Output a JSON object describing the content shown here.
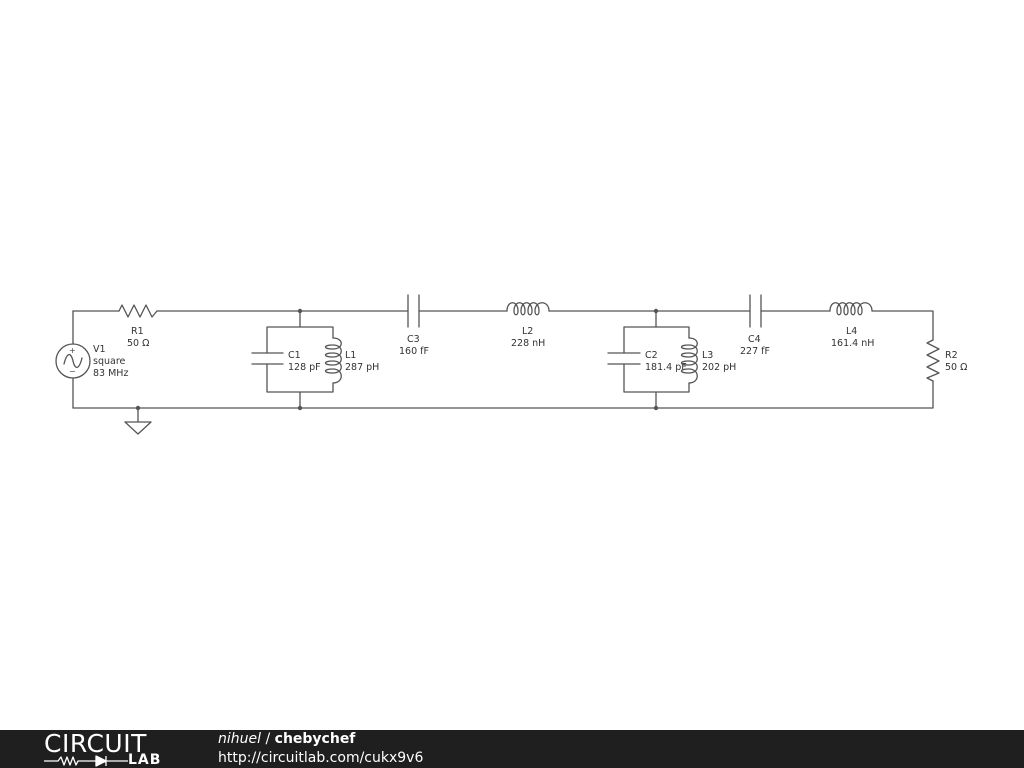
{
  "components": {
    "V1": {
      "name": "V1",
      "type": "square",
      "freq": "83 MHz"
    },
    "R1": {
      "name": "R1",
      "value": "50 Ω"
    },
    "C1": {
      "name": "C1",
      "value": "128 pF"
    },
    "L1": {
      "name": "L1",
      "value": "287 pH"
    },
    "C3": {
      "name": "C3",
      "value": "160 fF"
    },
    "L2": {
      "name": "L2",
      "value": "228 nH"
    },
    "C2": {
      "name": "C2",
      "value": "181.4 pF"
    },
    "L3": {
      "name": "L3",
      "value": "202 pH"
    },
    "C4": {
      "name": "C4",
      "value": "227 fF"
    },
    "L4": {
      "name": "L4",
      "value": "161.4 nH"
    },
    "R2": {
      "name": "R2",
      "value": "50 Ω"
    }
  },
  "source_signs": {
    "plus": "+",
    "minus": "−"
  },
  "footer": {
    "logo_top": "CIRCUIT",
    "logo_bottom": "LAB",
    "owner": "nihuel",
    "separator": " / ",
    "title": "chebychef",
    "url": "http://circuitlab.com/cukx9v6"
  },
  "colors": {
    "wire": "#555555",
    "footer_bg": "#1f1f1f",
    "footer_text": "#ffffff"
  }
}
